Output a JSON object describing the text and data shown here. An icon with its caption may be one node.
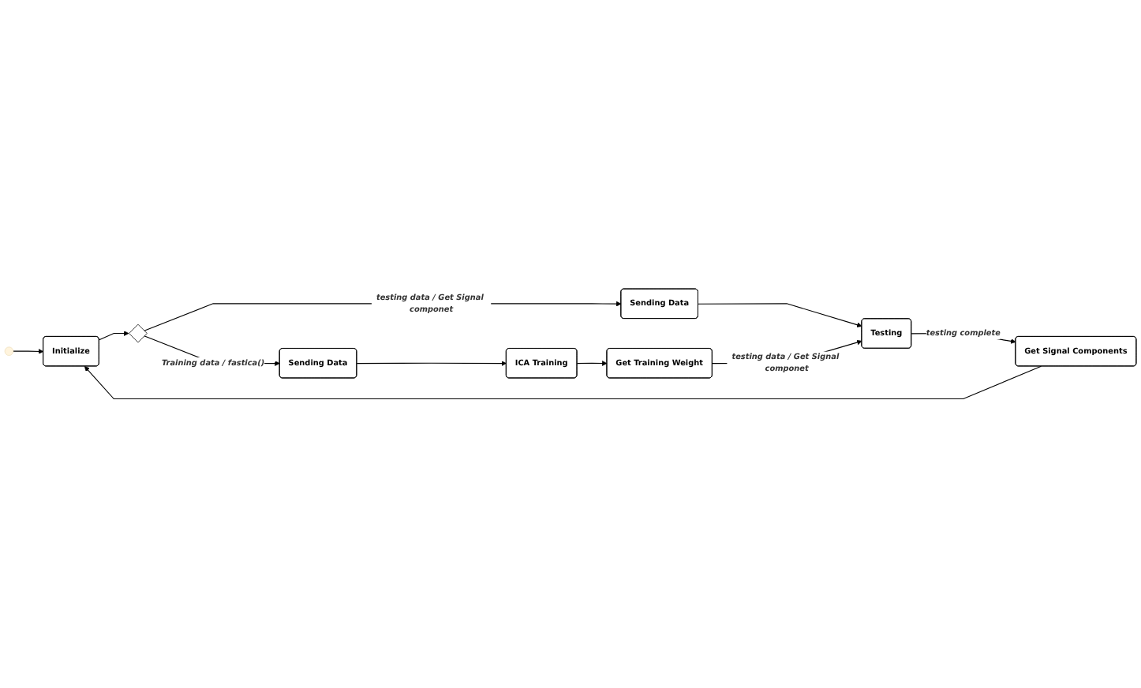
{
  "diagram": {
    "nodes": [
      {
        "text": [],
        "shape": "circle"
      },
      {
        "text": [
          "Initialize"
        ]
      },
      {
        "text": [],
        "shape": "diamond"
      },
      {
        "text": [
          "Sending Data"
        ]
      },
      {
        "text": [
          "Testing"
        ]
      },
      {
        "text": [
          "Sending Data"
        ]
      },
      {
        "text": [
          "ICA Training"
        ]
      },
      {
        "text": [
          "Get Training Weight"
        ]
      },
      {
        "text": [
          "Get Signal Components"
        ]
      }
    ],
    "edges": [
      {
        "from": 0,
        "to": 1,
        "arrow": "to"
      },
      {
        "from": 1,
        "to": 2,
        "arrow": "to"
      },
      {
        "from": 2,
        "to": 3,
        "arrow": "to",
        "label": "testing data / Get Signal componet"
      },
      {
        "from": 2,
        "to": 5,
        "arrow": "to",
        "label": "Training data / fastica()"
      },
      {
        "from": 3,
        "to": 4,
        "arrow": "to"
      },
      {
        "from": 5,
        "to": 6,
        "arrow": "to"
      },
      {
        "from": 6,
        "to": 7,
        "arrow": "to"
      },
      {
        "from": 7,
        "to": 4,
        "arrow": "to",
        "label": "testing data / Get Signal componet"
      },
      {
        "from": 4,
        "to": 8,
        "arrow": "to",
        "label": "testing complete"
      },
      {
        "from": 8,
        "to": 1,
        "arrow": "to"
      }
    ]
  }
}
